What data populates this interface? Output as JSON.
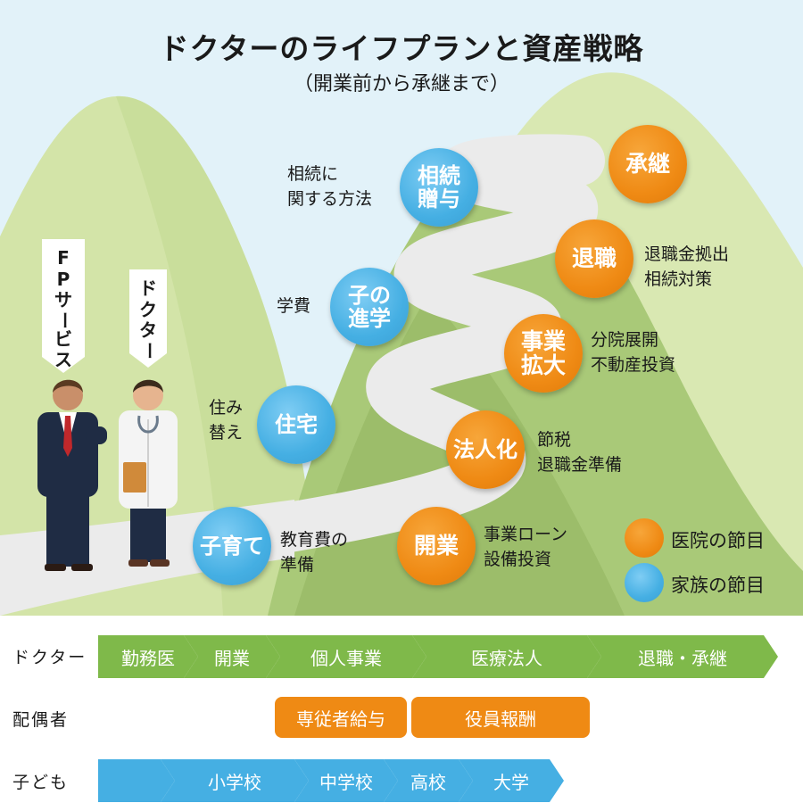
{
  "title": "ドクターのライフプランと資産戦略",
  "subtitle": "（開業前から承継まで）",
  "colors": {
    "sky": "#e2f2f9",
    "mountain_light": "#d9e8b2",
    "mountain_mid": "#b9d48a",
    "mountain_dark": "#8fb05a",
    "road": "#ececec",
    "orange": "#ef8a14",
    "blue": "#45afe3",
    "green_arrow": "#7fb94a",
    "blue_arrow": "#45afe3"
  },
  "milestones": [
    {
      "id": "shoukei",
      "label": "承継",
      "kind": "clinic"
    },
    {
      "id": "taishoku",
      "label": "退職",
      "kind": "clinic",
      "note": "退職金拠出\n相続対策"
    },
    {
      "id": "jigyou",
      "label": "事業\n拡大",
      "kind": "clinic",
      "note": "分院展開\n不動産投資"
    },
    {
      "id": "houjinka",
      "label": "法人化",
      "kind": "clinic",
      "note": "節税\n退職金準備"
    },
    {
      "id": "kaigyou",
      "label": "開業",
      "kind": "clinic",
      "note": "事業ローン\n設備投資"
    },
    {
      "id": "souzoku",
      "label": "相続\n贈与",
      "kind": "family",
      "note": "相続に\n関する方法"
    },
    {
      "id": "shingaku",
      "label": "子の\n進学",
      "kind": "family",
      "note": "学費"
    },
    {
      "id": "jutaku",
      "label": "住宅",
      "kind": "family",
      "note": "住み\n替え"
    },
    {
      "id": "kosodate",
      "label": "子育て",
      "kind": "family",
      "note": "教育費の\n準備"
    }
  ],
  "legend": [
    {
      "kind": "clinic",
      "label": "医院の節目"
    },
    {
      "kind": "family",
      "label": "家族の節目"
    }
  ],
  "figures": {
    "fp_label": [
      "F",
      "P",
      "サ",
      "ー",
      "ビ",
      "ス"
    ],
    "doctor_label": [
      "ド",
      "ク",
      "タ",
      "ー"
    ]
  },
  "timeline": {
    "doctor": {
      "label": "ドクター",
      "stages": [
        "勤務医",
        "開業",
        "個人事業",
        "医療法人",
        "退職・承継"
      ]
    },
    "spouse": {
      "label": "配偶者",
      "stages": [
        "専従者給与",
        "役員報酬"
      ]
    },
    "child": {
      "label": "子ども",
      "stages": [
        "",
        "小学校",
        "中学校",
        "高校",
        "大学"
      ]
    }
  }
}
